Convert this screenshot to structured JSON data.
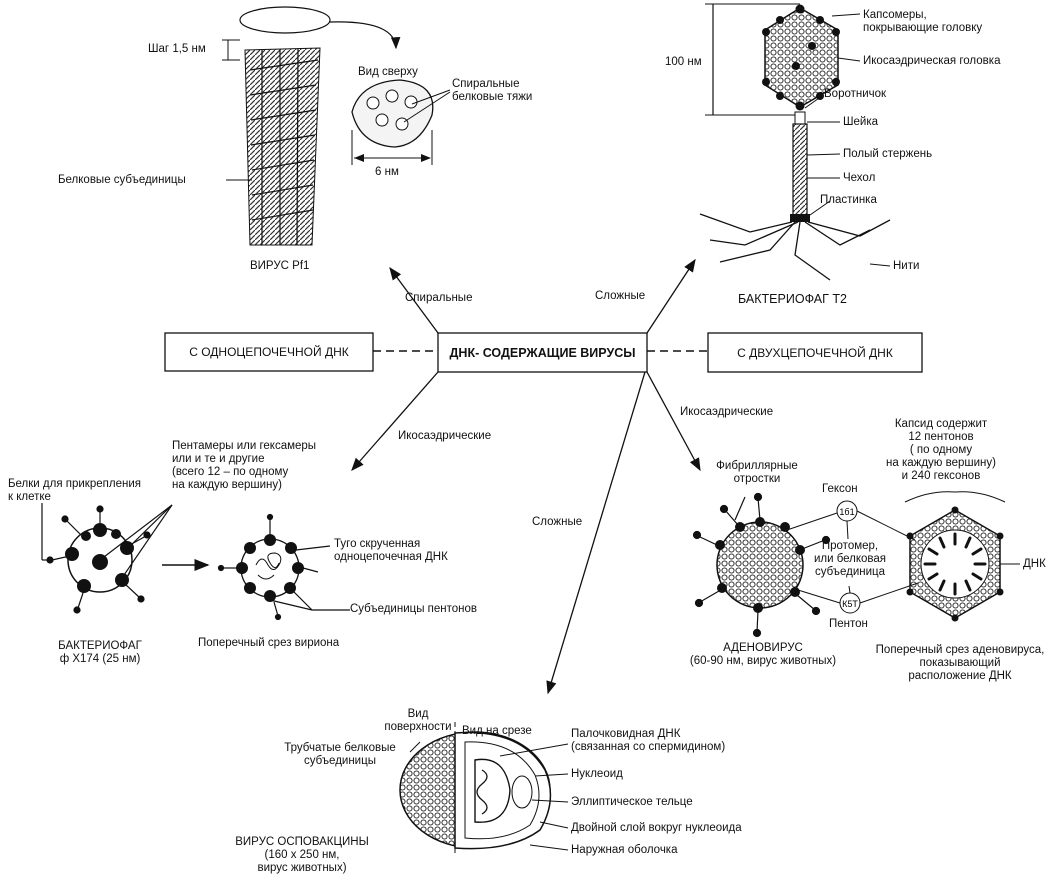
{
  "center": {
    "title": "ДНК- СОДЕРЖАЩИЕ ВИРУСЫ",
    "left": "С ОДНОЦЕПОЧЕЧНОЙ ДНК",
    "right": "С ДВУХЦЕПОЧЕЧНОЙ ДНК"
  },
  "branches": {
    "spiral": "Спиральные",
    "complex_top": "Сложные",
    "icosa_left": "Икосаэдрические",
    "icosa_right": "Икосаэдрические",
    "complex_bottom": "Сложные"
  },
  "pf1": {
    "step": "Шаг 1,5 нм",
    "top_view": "Вид сверху",
    "strands": "Спиральные\nбелковые тяжи",
    "width": "6 нм",
    "subunits": "Белковые субъединицы",
    "name": "ВИРУС Pf1"
  },
  "t2": {
    "size": "100 нм",
    "capsomers": "Капсомеры,\nпокрывающие головку",
    "head": "Икосаэдрическая головка",
    "collar": "Воротничок",
    "neck": "Шейка",
    "core": "Полый стержень",
    "sheath": "Чехол",
    "plate": "Пластинка",
    "fibers": "Нити",
    "name": "БАКТЕРИОФАГ Т2"
  },
  "phix": {
    "pentamers": "Пентамеры или гексамеры\nили и те и другие\n(всего 12 – по одному\nна каждую вершину)",
    "attach": "Белки для прикрепления\nк клетке",
    "name": "БАКТЕРИОФАГ\nф X174 (25 нм)",
    "dna": "Туго скрученная\nодноцепочечная ДНК",
    "pentons": "Субъединицы пентонов",
    "section": "Поперечный срез вириона"
  },
  "adeno": {
    "fibers": "Фибриллярные\nотростки",
    "capsid": "Капсид содержит\n12 пентонов\n( по одному\nна каждую вершину)\nи 240 гексонов",
    "hexon": "Гексон",
    "protomer": "Протомер,\nили белковая\nсубъединица",
    "penton": "Пентон",
    "dna": "ДНК",
    "name": "АДЕНОВИРУС\n(60-90 нм, вирус животных)",
    "section": "Поперечный срез аденовируса,\nпоказывающий\nрасположение ДНК"
  },
  "vaccinia": {
    "surface": "Вид\nповерхности",
    "cut": "Вид на срезе",
    "tubular": "Трубчатые белковые\nсубъединицы",
    "rod_dna": "Палочковидная ДНК\n(связанная со спермидином)",
    "nucleoid": "Нуклеоид",
    "elliptic": "Эллиптическое тельце",
    "double": "Двойной слой вокруг нуклеоида",
    "envelope": "Наружная оболочка",
    "name": "ВИРУС ОСПОВАКЦИНЫ\n(160 x 250 нм,\nвирус животных)"
  }
}
